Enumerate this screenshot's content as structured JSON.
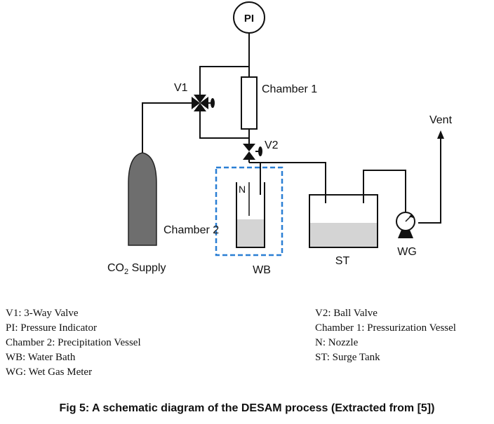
{
  "diagram": {
    "labels": {
      "pi": "PI",
      "v1": "V1",
      "v2": "V2",
      "chamber1": "Chamber 1",
      "vent": "Vent",
      "nozzle": "N",
      "chamber2": "Chamber 2",
      "co2_main": "CO",
      "co2_sub": "2",
      "co2_rest": " Supply",
      "wb": "WB",
      "st": "ST",
      "wg": "WG"
    },
    "legend_left": [
      "V1: 3-Way Valve",
      "PI: Pressure Indicator",
      "Chamber 2: Precipitation Vessel",
      "WB: Water Bath",
      "WG: Wet Gas Meter"
    ],
    "legend_right": [
      "V2: Ball Valve",
      "Chamber 1: Pressurization Vessel",
      "N: Nozzle",
      "ST: Surge Tank"
    ],
    "caption": "Fig 5: A schematic diagram of the DESAM process (Extracted from [5])",
    "colors": {
      "line": "#111111",
      "cylinder": "#6e6e6e",
      "liquid": "#d4d4d4",
      "water_bath_border": "#2a7fd4"
    }
  }
}
